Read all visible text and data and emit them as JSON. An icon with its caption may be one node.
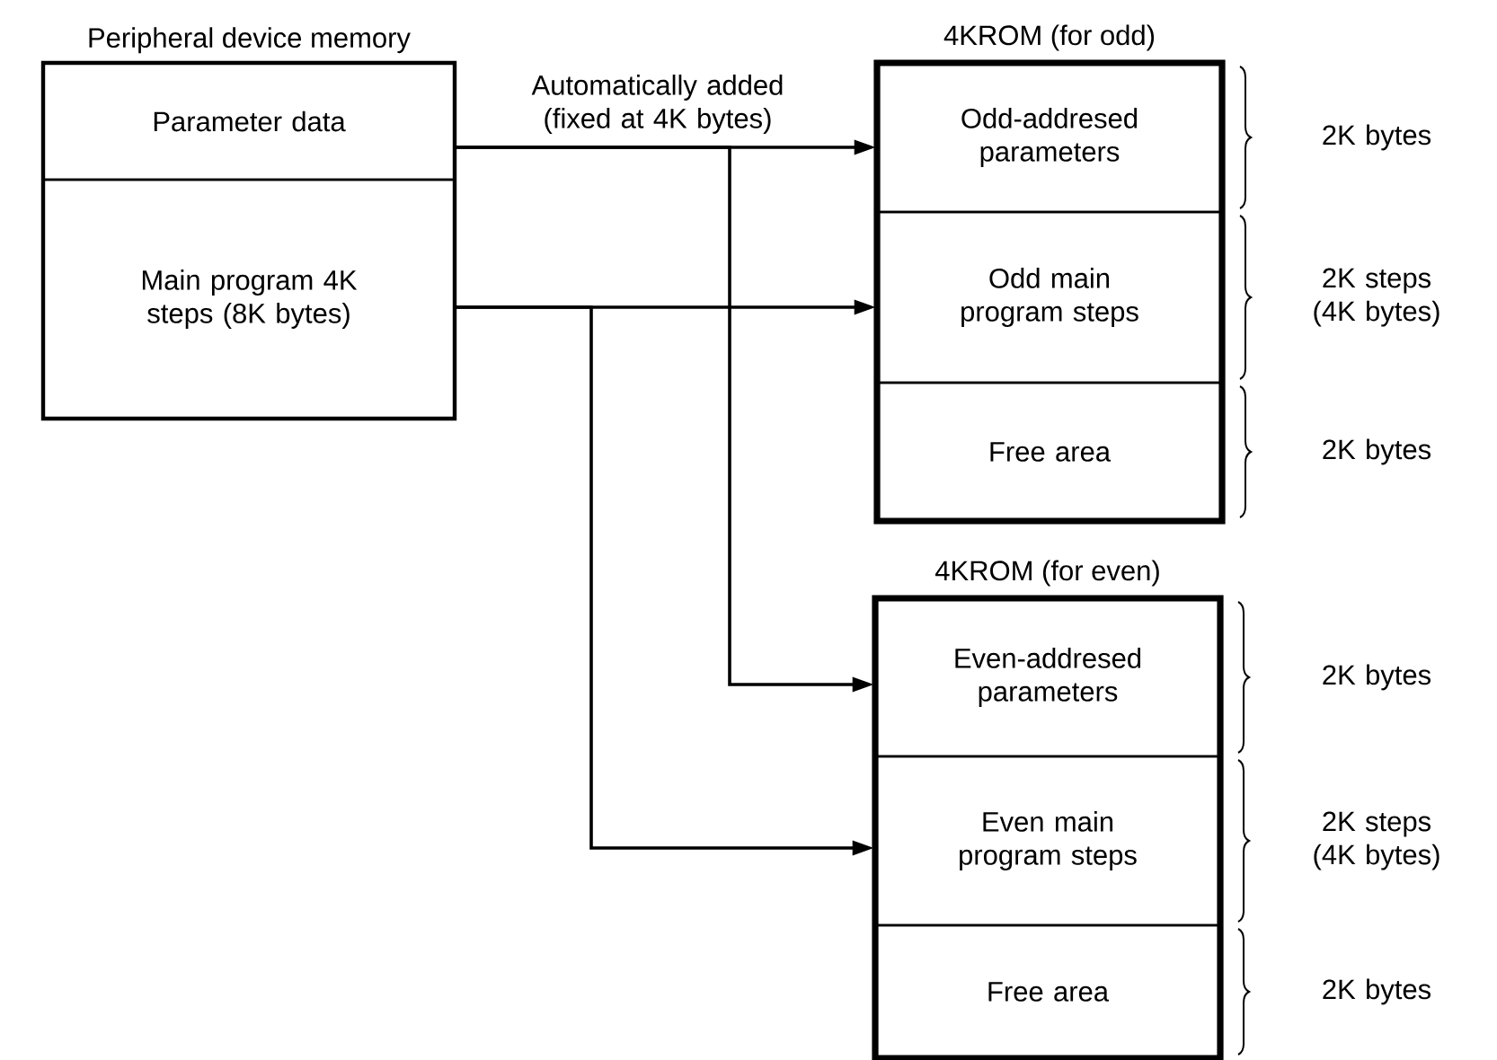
{
  "diagram": {
    "nodes": [
      {
        "text": [
          "Peripheral device memory"
        ]
      },
      {
        "text": [
          "Parameter data"
        ],
        "in": 0
      },
      {
        "text": [
          "Main program 4K steps (8K bytes)"
        ],
        "in": 0
      },
      {
        "text": [
          "4KROM (for odd)"
        ]
      },
      {
        "text": [
          "Odd-addresed parameters"
        ],
        "in": 3,
        "beside": [
          "2K bytes"
        ]
      },
      {
        "text": [
          "Odd main program steps"
        ],
        "in": 3,
        "beside": [
          "2K steps (4K bytes)"
        ]
      },
      {
        "text": [
          "Free area"
        ],
        "in": 3,
        "beside": [
          "2K bytes"
        ]
      },
      {
        "text": [
          "4KROM (for even)"
        ]
      },
      {
        "text": [
          "Even-addresed parameters"
        ],
        "in": 7,
        "beside": [
          "2K bytes"
        ]
      },
      {
        "text": [
          "Even main program steps"
        ],
        "in": 7,
        "beside": [
          "2K steps (4K bytes)"
        ]
      },
      {
        "text": [
          "Free area"
        ],
        "in": 7,
        "beside": [
          "2K bytes"
        ]
      }
    ],
    "edges": [
      {
        "from": 1,
        "to": 4,
        "arrow": "to",
        "label": "Automatically added (fixed at 4K bytes)"
      },
      {
        "from": 1,
        "to": 8,
        "arrow": "to"
      },
      {
        "from": 2,
        "to": 5,
        "arrow": "to"
      },
      {
        "from": 2,
        "to": 9,
        "arrow": "to"
      }
    ]
  }
}
